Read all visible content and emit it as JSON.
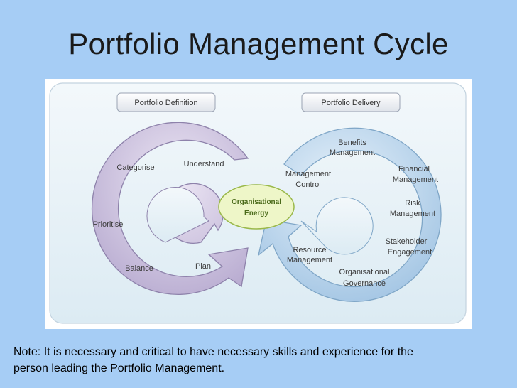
{
  "slide": {
    "title": "Portfolio Management Cycle",
    "note_line1": "Note: It is necessary and critical to have necessary skills and experience for the",
    "note_line2": "person leading the Portfolio Management."
  },
  "diagram": {
    "left_header": "Portfolio Definition",
    "right_header": "Portfolio Delivery",
    "center_line1": "Organisational",
    "center_line2": "Energy",
    "left_cycle": {
      "understand": "Understand",
      "categorise": "Categorise",
      "prioritise": "Prioritise",
      "balance": "Balance",
      "plan": "Plan"
    },
    "right_cycle": {
      "benefits_1": "Benefits",
      "benefits_2": "Management",
      "financial_1": "Financial",
      "financial_2": "Management",
      "management_control_1": "Management",
      "management_control_2": "Control",
      "risk_1": "Risk",
      "risk_2": "Management",
      "stakeholder_1": "Stakeholder",
      "stakeholder_2": "Engagement",
      "resource_1": "Resource",
      "resource_2": "Management",
      "governance_1": "Organisational",
      "governance_2": "Governance"
    }
  },
  "colors": {
    "background": "#a6cdf5",
    "left_cycle": "#c9bfdc",
    "right_cycle": "#b6d1e9",
    "center_ellipse": "#eef6c8",
    "center_border": "#9ab84a"
  }
}
